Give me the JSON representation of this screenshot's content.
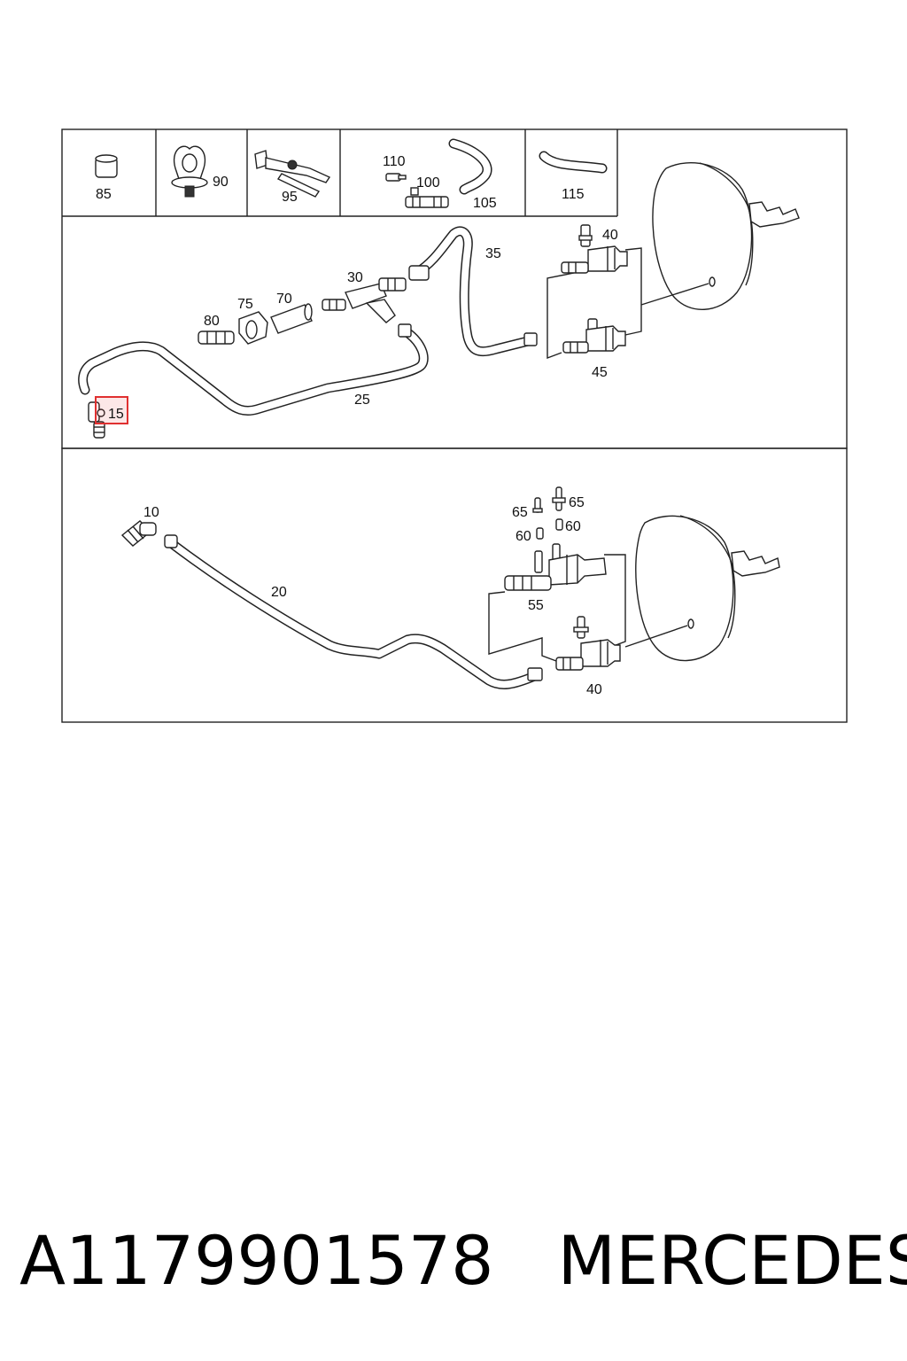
{
  "diagram": {
    "labels": {
      "l85": "85",
      "l90": "90",
      "l95": "95",
      "l110": "110",
      "l100": "100",
      "l105": "105",
      "l115": "115",
      "l80": "80",
      "l75": "75",
      "l70": "70",
      "l30": "30",
      "l35": "35",
      "l40a": "40",
      "l45": "45",
      "l25": "25",
      "l15": "15",
      "l10": "10",
      "l20": "20",
      "l65a": "65",
      "l65b": "65",
      "l60a": "60",
      "l60b": "60",
      "l55": "55",
      "l40b": "40"
    },
    "highlighted_part": "15",
    "highlight_color": "#e03030"
  },
  "footer": {
    "part_number": "A1179901578",
    "brand": "MERCEDES"
  }
}
